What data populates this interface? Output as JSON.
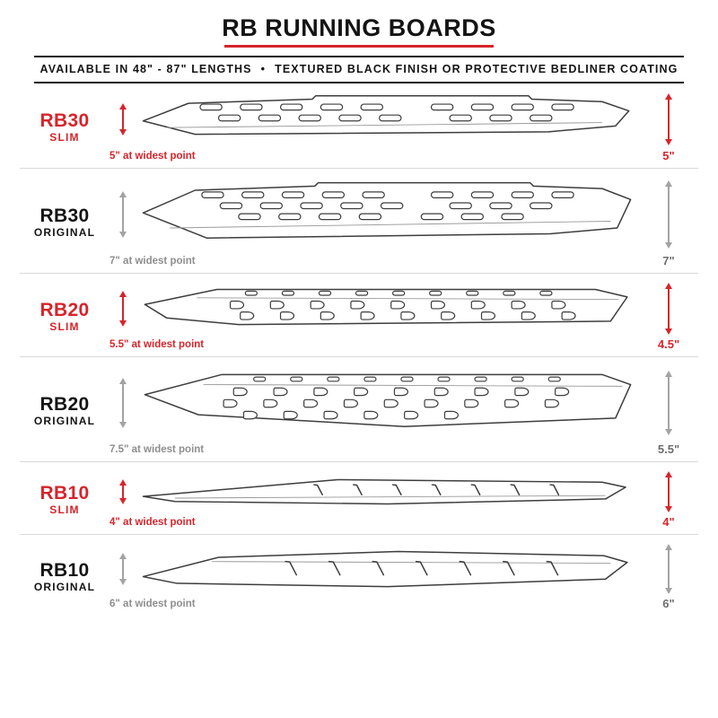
{
  "header": {
    "title": "RB RUNNING BOARDS",
    "availability": "AVAILABLE IN 48\" - 87\" LENGTHS",
    "separator": "•",
    "finish": "TEXTURED BLACK FINISH OR PROTECTIVE BEDLINER COATING"
  },
  "colors": {
    "accent": "#d6252b",
    "dim_gray": "#a3a3a3"
  },
  "rows": [
    {
      "model": "RB30",
      "variant": "SLIM",
      "widest_label": "5\" at widest point",
      "height_label": "5\""
    },
    {
      "model": "RB30",
      "variant": "ORIGINAL",
      "widest_label": "7\" at widest point",
      "height_label": "7\""
    },
    {
      "model": "RB20",
      "variant": "SLIM",
      "widest_label": "5.5\" at widest point",
      "height_label": "4.5\""
    },
    {
      "model": "RB20",
      "variant": "ORIGINAL",
      "widest_label": "7.5\" at widest point",
      "height_label": "5.5\""
    },
    {
      "model": "RB10",
      "variant": "SLIM",
      "widest_label": "4\" at widest point",
      "height_label": "4\""
    },
    {
      "model": "RB10",
      "variant": "ORIGINAL",
      "widest_label": "6\" at widest point",
      "height_label": "6\""
    }
  ]
}
